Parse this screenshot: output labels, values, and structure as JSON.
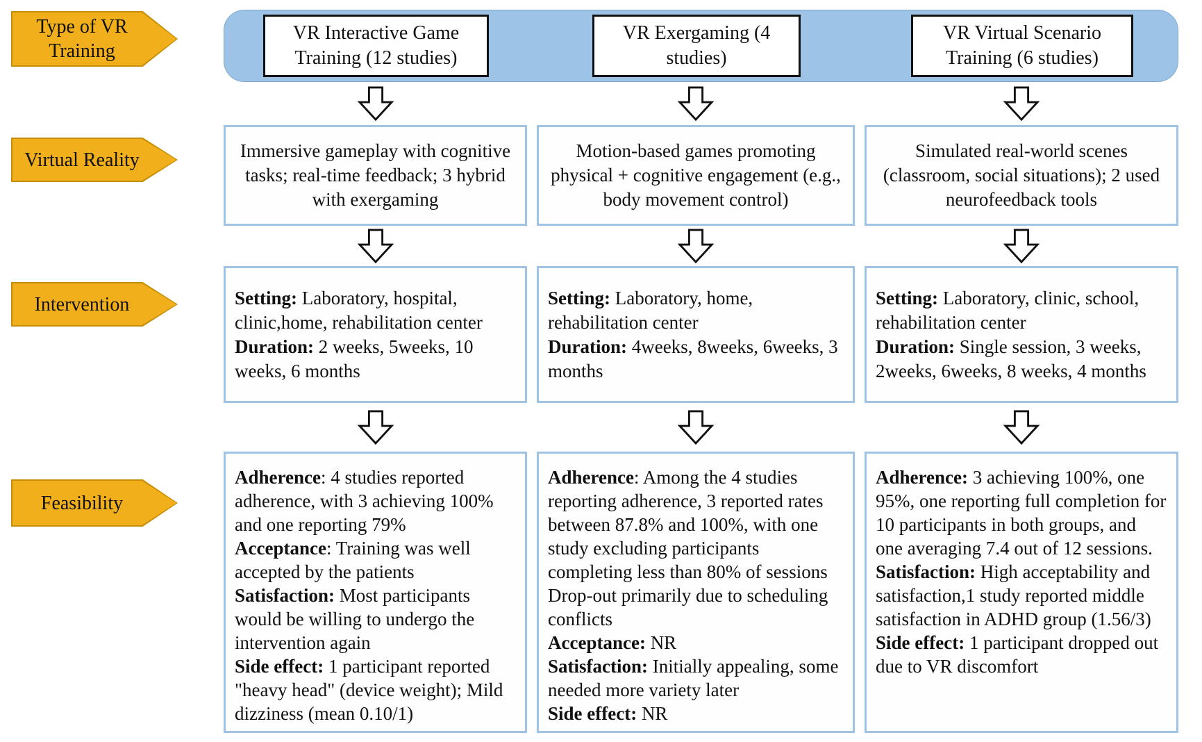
{
  "stage_labels": [
    {
      "label": "Type of VR Training"
    },
    {
      "label": "Virtual Reality"
    },
    {
      "label": "Intervention"
    },
    {
      "label": "Feasibility"
    }
  ],
  "columns": [
    {
      "title": "VR Interactive Game Training (12 studies)",
      "virtual_reality": "Immersive gameplay with cognitive tasks; real-time feedback; 3 hybrid with exergaming",
      "intervention": [
        {
          "b": "Setting:",
          "t": " Laboratory, hospital, clinic,home, rehabilitation center"
        },
        {
          "b": "Duration:",
          "t": " 2 weeks, 5weeks, 10 weeks, 6 months"
        }
      ],
      "feasibility": [
        {
          "b": "Adherence",
          "t": ": 4 studies reported adherence, with 3 achieving 100% and one reporting 79%"
        },
        {
          "b": "Acceptance",
          "t": ": Training was well accepted by the patients"
        },
        {
          "b": "Satisfaction:",
          "t": " Most participants would be willing to undergo the intervention again"
        },
        {
          "b": "Side effect:",
          "t": " 1 participant reported \"heavy head\" (device weight); Mild dizziness (mean 0.10/1)"
        }
      ]
    },
    {
      "title": "VR Exergaming (4 studies)",
      "virtual_reality": "Motion-based games promoting physical + cognitive engagement (e.g., body movement control)",
      "intervention": [
        {
          "b": "Setting:",
          "t": " Laboratory, home, rehabilitation center"
        },
        {
          "b": "Duration:",
          "t": " 4weeks, 8weeks, 6weeks, 3 months"
        }
      ],
      "feasibility": [
        {
          "b": "Adherence",
          "t": ": Among the 4 studies reporting adherence, 3 reported rates between 87.8% and 100%, with one study excluding participants completing less than 80% of sessions"
        },
        {
          "b": "",
          "t": "Drop-out primarily due to scheduling conflicts"
        },
        {
          "b": "Acceptance:",
          "t": " NR"
        },
        {
          "b": "Satisfaction:",
          "t": " Initially appealing, some needed more variety later"
        },
        {
          "b": "Side effect:",
          "t": " NR"
        }
      ]
    },
    {
      "title": "VR Virtual Scenario Training (6 studies)",
      "virtual_reality": "Simulated real-world scenes (classroom, social situations); 2 used neurofeedback tools",
      "intervention": [
        {
          "b": "Setting:",
          "t": " Laboratory, clinic, school, rehabilitation center"
        },
        {
          "b": "Duration:",
          "t": " Single session, 3 weeks, 2weeks, 6weeks, 8 weeks, 4 months"
        }
      ],
      "feasibility": [
        {
          "b": "Adherence:",
          "t": " 3 achieving 100%, one 95%, one reporting full completion for 10 participants in both groups, and one averaging 7.4 out of 12 sessions."
        },
        {
          "b": "Satisfaction:",
          "t": " High acceptability and satisfaction,1 study reported middle satisfaction in ADHD group (1.56/3)"
        },
        {
          "b": "Side effect:",
          "t": " 1 participant dropped out due to VR discomfort"
        }
      ]
    }
  ],
  "icons": {
    "down_arrow": "block-down-arrow ⇩"
  },
  "colors": {
    "stage_label_fill": "#F2AF1C",
    "stage_label_border": "#C68E06",
    "banner_fill": "#9DC3E6",
    "box_border_blue": "#9DC3E6",
    "box_border_black": "#111111",
    "text": "#111111"
  }
}
